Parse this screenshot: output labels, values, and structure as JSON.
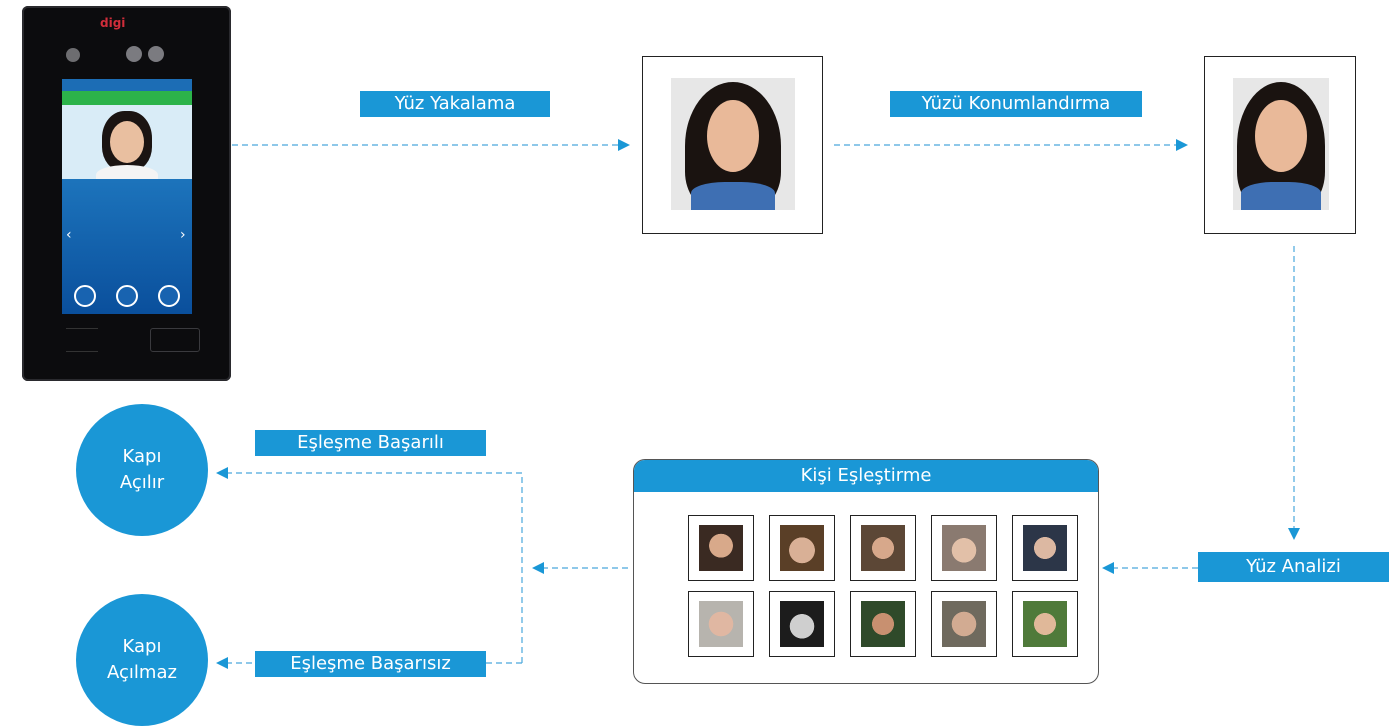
{
  "device": {
    "brand": "digi"
  },
  "steps": {
    "capture": "Yüz Yakalama",
    "locate": "Yüzü Konumlandırma",
    "analysis": "Yüz Analizi",
    "matching": "Kişi Eşleştirme"
  },
  "outcomes": {
    "success_label": "Eşleşme Başarılı",
    "fail_label": "Eşleşme Başarısız",
    "door_open_line1": "Kapı",
    "door_open_line2": "Açılır",
    "door_closed_line1": "Kapı",
    "door_closed_line2": "Açılmaz"
  },
  "colors": {
    "accent": "#1a97d6",
    "connector": "#4aa8dc"
  }
}
